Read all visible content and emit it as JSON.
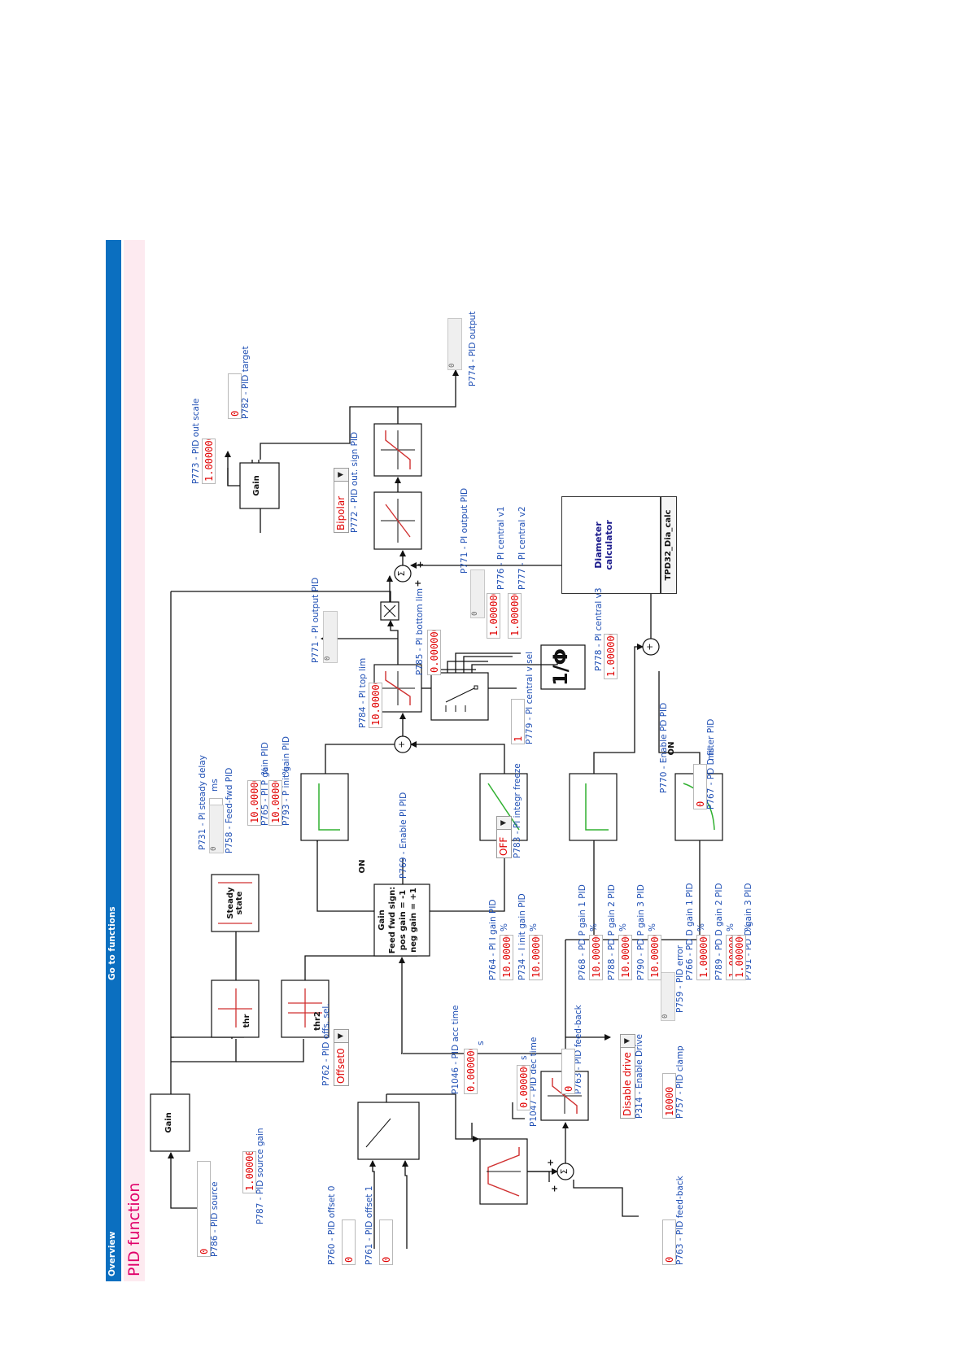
{
  "nav": {
    "overview": "Overview",
    "go_to_functions": "Go to functions"
  },
  "page_title": "PID function",
  "params": {
    "p786": {
      "label": "P786 - PID source",
      "value": "0"
    },
    "p787": {
      "label": "P787 - PID source gain",
      "value": "1.000000"
    },
    "p731": {
      "label": "P731 - PI steady delay",
      "value": "0",
      "unit": "ms"
    },
    "p758": {
      "label": "P758 - Feed-fwd PID",
      "value": "0"
    },
    "p765": {
      "label": "P765 - PI P gain PID",
      "value": "10.000000",
      "unit": "%"
    },
    "p793": {
      "label": "P793 - P init gain PID",
      "value": "10.000000",
      "unit": "%"
    },
    "p771a": {
      "label": "P771 - PI output PID",
      "value": "0"
    },
    "p784": {
      "label": "P784 - PI top lim",
      "value": "10.000000"
    },
    "p785": {
      "label": "P785 - PI bottom lim",
      "value": "0.000000"
    },
    "p771b": {
      "label": "P771 - PI output PID",
      "value": "0"
    },
    "p776": {
      "label": "P776 - PI central v1",
      "value": "1.000000"
    },
    "p777": {
      "label": "P777 - PI central v2",
      "value": "1.000000"
    },
    "p778": {
      "label": "P778 - PI central v3",
      "value": "1.000000"
    },
    "p779": {
      "label": "P779 - PI central v sel",
      "value": "1"
    },
    "p773": {
      "label": "P773 - PID out scale",
      "value": "1.000000"
    },
    "p782": {
      "label": "P782 - PID target",
      "value": "0"
    },
    "p772": {
      "label": "P772 - PID out. sign PID",
      "value": "Bipolar"
    },
    "p774": {
      "label": "P774 - PID output",
      "value": "0"
    },
    "p760": {
      "label": "P760 - PID offset 0",
      "value": "0"
    },
    "p761": {
      "label": "P761 - PID offset 1",
      "value": "0"
    },
    "p762": {
      "label": "P762 - PID offs. sel.",
      "value": "Offset0"
    },
    "p1046": {
      "label": "P1046 - PID acc time",
      "value": "0.000000",
      "unit": "s"
    },
    "p1047": {
      "label": "P1047 - PID dec time",
      "value": "0.000000",
      "unit": "s"
    },
    "p763a": {
      "label": "P763 - PID feed-back",
      "value": "0"
    },
    "p763b": {
      "label": "P763 - PID feed-back",
      "value": "0"
    },
    "p314": {
      "label": "P314 - Enable Drive",
      "value": "Disable drive"
    },
    "p757": {
      "label": "P757 - PID clamp",
      "value": "10000"
    },
    "p759": {
      "label": "P759 - PID error",
      "value": "0"
    },
    "p764": {
      "label": "P764 - PI I gain PID",
      "value": "10.000000",
      "unit": "%"
    },
    "p734": {
      "label": "P734 - I init gain PID",
      "value": "10.000000",
      "unit": "%"
    },
    "p769": {
      "label": "P769 - Enable PI PID"
    },
    "p783": {
      "label": "P783 - PI integr freeze",
      "value": "OFF"
    },
    "p768": {
      "label": "P768 - PD P gain 1 PID",
      "value": "10.000000",
      "unit": "%"
    },
    "p788": {
      "label": "P788 - PD P gain 2 PID",
      "value": "10.000000",
      "unit": "%"
    },
    "p790": {
      "label": "P790 - PD P gain 3 PID",
      "value": "10.000000",
      "unit": "%"
    },
    "p766": {
      "label": "P766 - PD D gain 1 PID",
      "value": "1.000000",
      "unit": "%"
    },
    "p789": {
      "label": "P789 - PD D gain 2 PID",
      "value": "1.000000",
      "unit": "%"
    },
    "p791": {
      "label": "P791 - PD D gain 3 PID",
      "value": "1.000000",
      "unit": "%"
    },
    "p770": {
      "label": "P770 - Enable PD PID"
    },
    "p767": {
      "label": "P767 - PD D filter PID",
      "value": "0",
      "unit": "ms"
    }
  },
  "blocks": {
    "gain": "Gain",
    "thr": "thr",
    "thr2": "thr2",
    "steady": "Steady state",
    "gain_ff_1": "Gain",
    "gain_ff_2": "Feed fwd sign:",
    "gain_ff_3": "pos gain = -1",
    "gain_ff_4": "neg gain = +1",
    "inv_phi": "1/Φ",
    "diameter": "Diameter calculator",
    "diameter_btn": "TPD32_Dia_calc"
  },
  "switch_labels": {
    "on": "ON"
  },
  "signs": {
    "plus": "+",
    "sigma": "Σ",
    "times": "×"
  }
}
